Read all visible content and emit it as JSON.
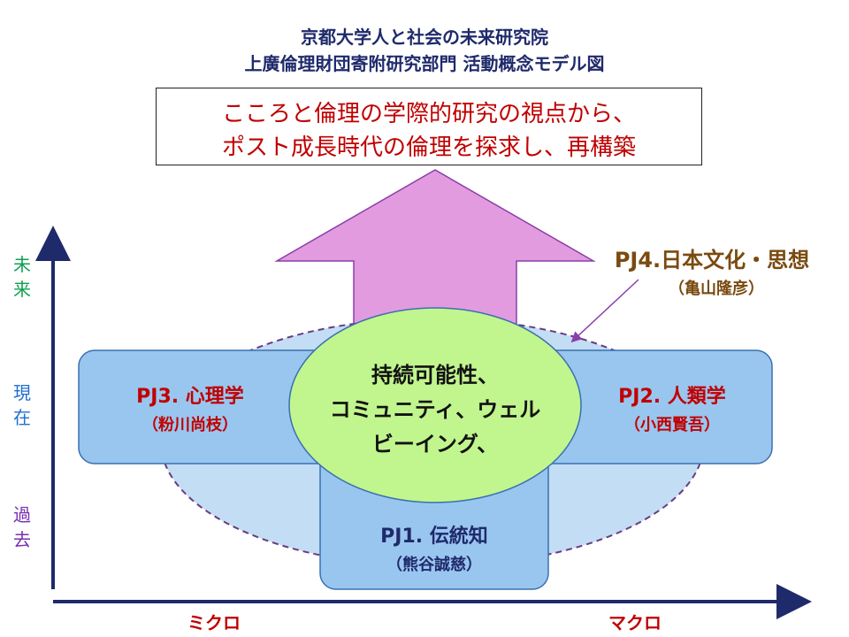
{
  "header": {
    "title_line1": "京都大学人と社会の未来研究院",
    "title_line2": "上廣倫理財団寄附研究部門  活動概念モデル図"
  },
  "goal": {
    "line1": "こころと倫理の学際的研究の視点から、",
    "line2": "ポスト成長時代の倫理を探求し、再構築"
  },
  "center": {
    "line1": "持続可能性、",
    "line2": "コミュニティ、ウェル",
    "line3": "ビーイング、"
  },
  "projects": {
    "pj1": {
      "title": "PJ1. 伝統知",
      "person": "（熊谷誠慈）"
    },
    "pj2": {
      "title": "PJ2. 人類学",
      "person": "（小西賢吾）"
    },
    "pj3": {
      "title": "PJ3. 心理学",
      "person": "（粉川尚枝）"
    },
    "pj4": {
      "title": "PJ4.日本文化・思想",
      "person": "（亀山隆彦）"
    }
  },
  "axes": {
    "y_future": [
      "未",
      "来"
    ],
    "y_present": [
      "現",
      "在"
    ],
    "y_past": [
      "過",
      "去"
    ],
    "x_left": "ミクロ",
    "x_right": "マクロ"
  },
  "colors": {
    "arrow": "#e39be0",
    "box_blue": "#99c6ef",
    "ellipse": "#c3ddf5",
    "circle": "#c1f58e",
    "future": "#10a050",
    "present": "#1f6fcf",
    "past": "#7a2fb3"
  }
}
